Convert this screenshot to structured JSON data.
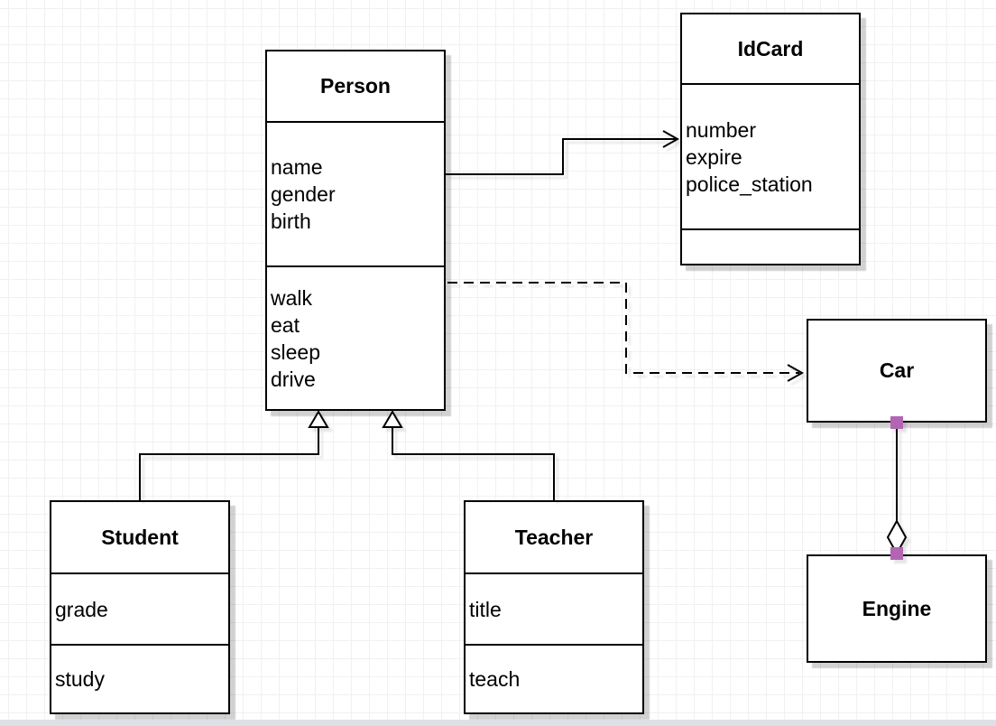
{
  "diagram": {
    "type": "uml-class-diagram",
    "background_color": "#ffffff",
    "grid_color": "#f1f1f4",
    "box_border_color": "#000000",
    "shadow_color": "rgba(0,0,0,0.18)",
    "connection_handle_color": "#b365b3"
  },
  "classes": {
    "person": {
      "name": "Person",
      "attributes": [
        "name",
        "gender",
        "birth"
      ],
      "methods": [
        "walk",
        "eat",
        "sleep",
        "drive"
      ]
    },
    "idcard": {
      "name": "IdCard",
      "attributes": [
        "number",
        "expire",
        "police_station"
      ],
      "methods": []
    },
    "car": {
      "name": "Car",
      "attributes": [],
      "methods": []
    },
    "engine": {
      "name": "Engine",
      "attributes": [],
      "methods": []
    },
    "student": {
      "name": "Student",
      "attributes": [
        "grade"
      ],
      "methods": [
        "study"
      ]
    },
    "teacher": {
      "name": "Teacher",
      "attributes": [
        "title"
      ],
      "methods": [
        "teach"
      ]
    }
  },
  "relationships": [
    {
      "from": "Person",
      "to": "IdCard",
      "type": "association",
      "line": "solid",
      "arrow": "open"
    },
    {
      "from": "Person",
      "to": "Car",
      "type": "dependency",
      "line": "dashed",
      "arrow": "open"
    },
    {
      "from": "Student",
      "to": "Person",
      "type": "generalization",
      "line": "solid",
      "arrow": "hollow-triangle"
    },
    {
      "from": "Teacher",
      "to": "Person",
      "type": "generalization",
      "line": "solid",
      "arrow": "hollow-triangle"
    },
    {
      "from": "Car",
      "to": "Engine",
      "type": "aggregation",
      "line": "solid",
      "arrow": "hollow-diamond"
    }
  ]
}
